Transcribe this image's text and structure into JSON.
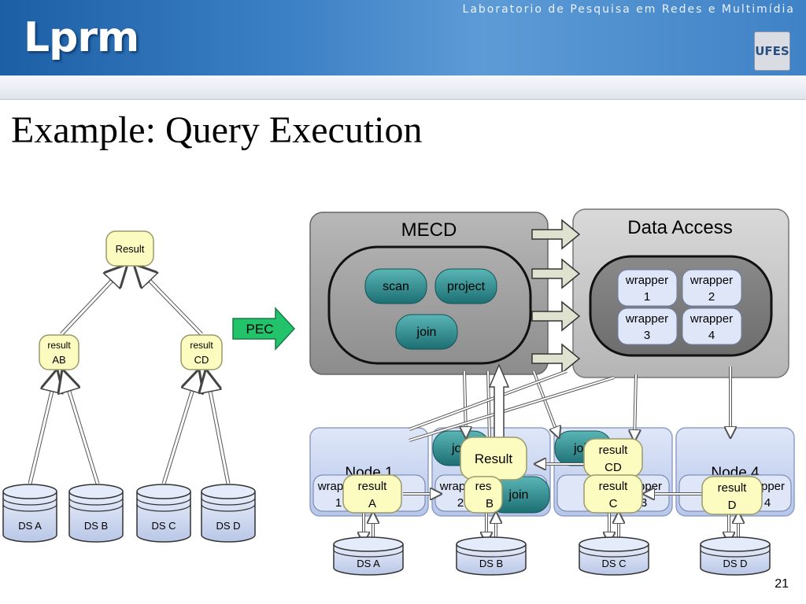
{
  "header": {
    "logo_text": "Lprm",
    "lab_name": "Laboratorio de Pesquisa em Redes e Multimídia",
    "university_logo": "UFES"
  },
  "slide": {
    "title": "Example: Query Execution",
    "page_number": "21"
  },
  "query_tree": {
    "root": "Result",
    "left_line1": "result",
    "left_line2": "AB",
    "right_line1": "result",
    "right_line2": "CD",
    "sources": [
      "DS A",
      "DS B",
      "DS C",
      "DS D"
    ]
  },
  "pec_label": "PEC",
  "mecd": {
    "title": "MECD",
    "ops": [
      "scan",
      "project",
      "join"
    ]
  },
  "data_access": {
    "title": "Data Access",
    "wrappers": [
      {
        "line1": "wrapper",
        "line2": "1"
      },
      {
        "line1": "wrapper",
        "line2": "2"
      },
      {
        "line1": "wrapper",
        "line2": "3"
      },
      {
        "line1": "wrapper",
        "line2": "4"
      }
    ]
  },
  "nodes": [
    {
      "title": "Node 1",
      "wrapper_line1": "wrap",
      "wrapper_line2": "1"
    },
    {
      "title": "",
      "wrapper_line1": "wrap",
      "wrapper_line2": "2"
    },
    {
      "title": "",
      "wrapper_line1": "pper",
      "wrapper_line2": "3"
    },
    {
      "title": "Node 4",
      "wrapper_line1": "pper",
      "wrapper_line2": "4"
    }
  ],
  "node_joins": [
    "joi",
    "joi",
    "join"
  ],
  "results": {
    "main": "Result",
    "cd_line1": "result",
    "cd_line2": "CD",
    "a_line1": "result",
    "a_line2": "A",
    "b_line1": "res",
    "b_line2": "B",
    "c_line1": "result",
    "c_line2": "C",
    "d_line1": "result",
    "d_line2": "D"
  },
  "bottom_sources": [
    "DS A",
    "DS B",
    "DS C",
    "DS D"
  ],
  "colors": {
    "banner": "#2d6fb3",
    "result_fill": "#fdfcc0",
    "op_fill": "#2a8a8a",
    "wrapper_fill": "#dfe6f7",
    "pec_fill": "#22c36a"
  }
}
